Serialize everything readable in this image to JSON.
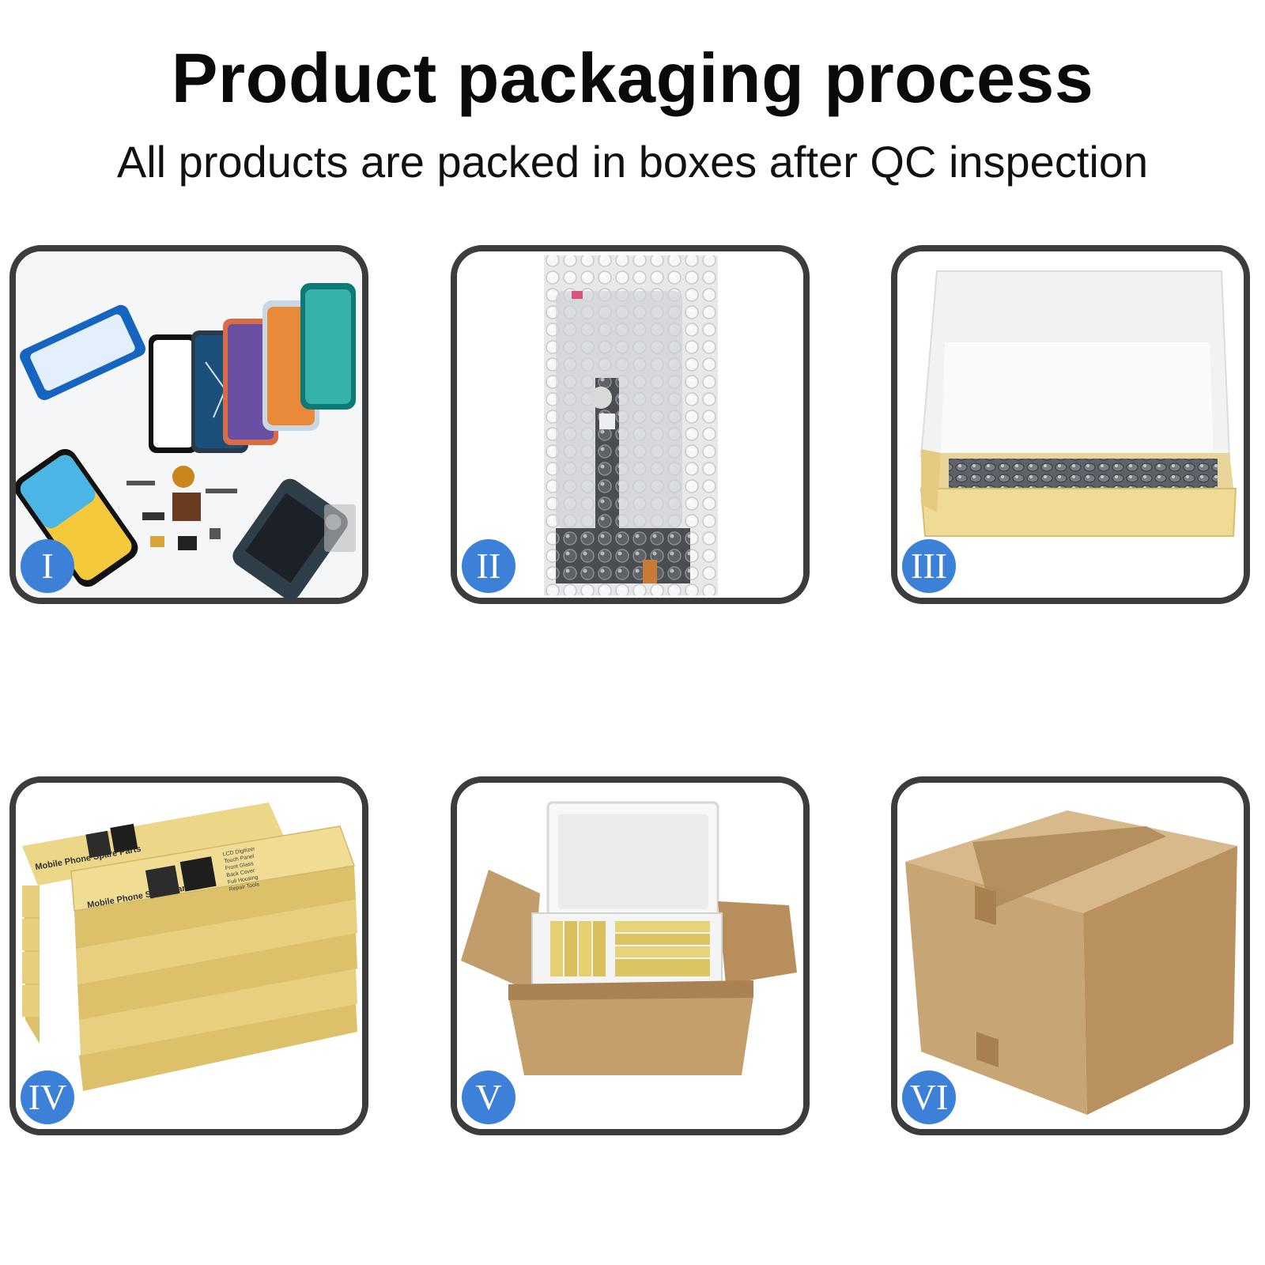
{
  "header": {
    "title": "Product packaging process",
    "subtitle": "All products are packed in boxes after QC inspection"
  },
  "steps": [
    {
      "badge": "I",
      "image": "phone-spare-parts"
    },
    {
      "badge": "II",
      "image": "bubble-wrapped-screen"
    },
    {
      "badge": "III",
      "image": "open-kraft-box-with-bubble-wrap"
    },
    {
      "badge": "IV",
      "image": "stacked-retail-boxes",
      "box_label": "Mobile Phone Spare Parts",
      "checklist": [
        "LCD Digitizer",
        "Touch Panel",
        "Front Glass",
        "Back Cover",
        "Full Housing",
        "Repair Tools"
      ]
    },
    {
      "badge": "V",
      "image": "foam-box-in-carton"
    },
    {
      "badge": "VI",
      "image": "sealed-cardboard-box"
    }
  ],
  "colors": {
    "badge": "#3d80d8",
    "card_border": "#3c3c3c",
    "kraft": "#c8a373",
    "retail_box": "#e6cf86"
  }
}
